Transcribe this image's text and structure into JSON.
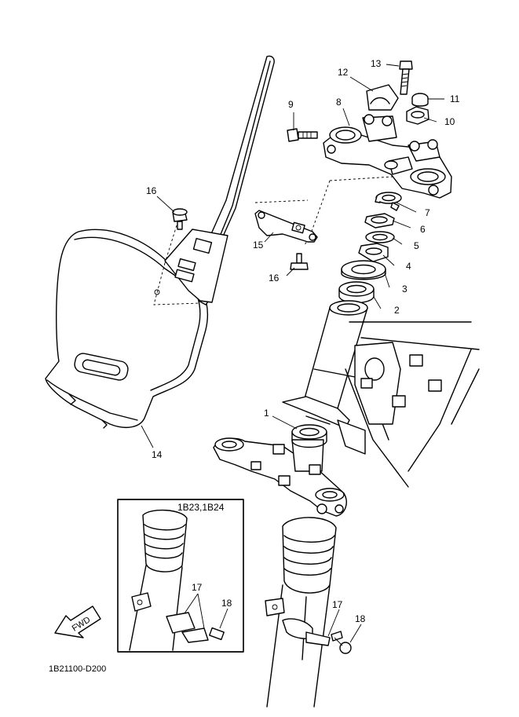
{
  "diagram_code": "1B21100-D200",
  "inset_label": "1B23,1B24",
  "fwd_label": "FWD",
  "callouts": {
    "c1": "1",
    "c2": "2",
    "c3": "3",
    "c4": "4",
    "c5": "5",
    "c6": "6",
    "c7": "7",
    "c8": "8",
    "c9": "9",
    "c10": "10",
    "c11": "11",
    "c12": "12",
    "c13": "13",
    "c14": "14",
    "c15": "15",
    "c16a": "16",
    "c16b": "16",
    "c17a": "17",
    "c17b": "17",
    "c18a": "18",
    "c18b": "18"
  }
}
